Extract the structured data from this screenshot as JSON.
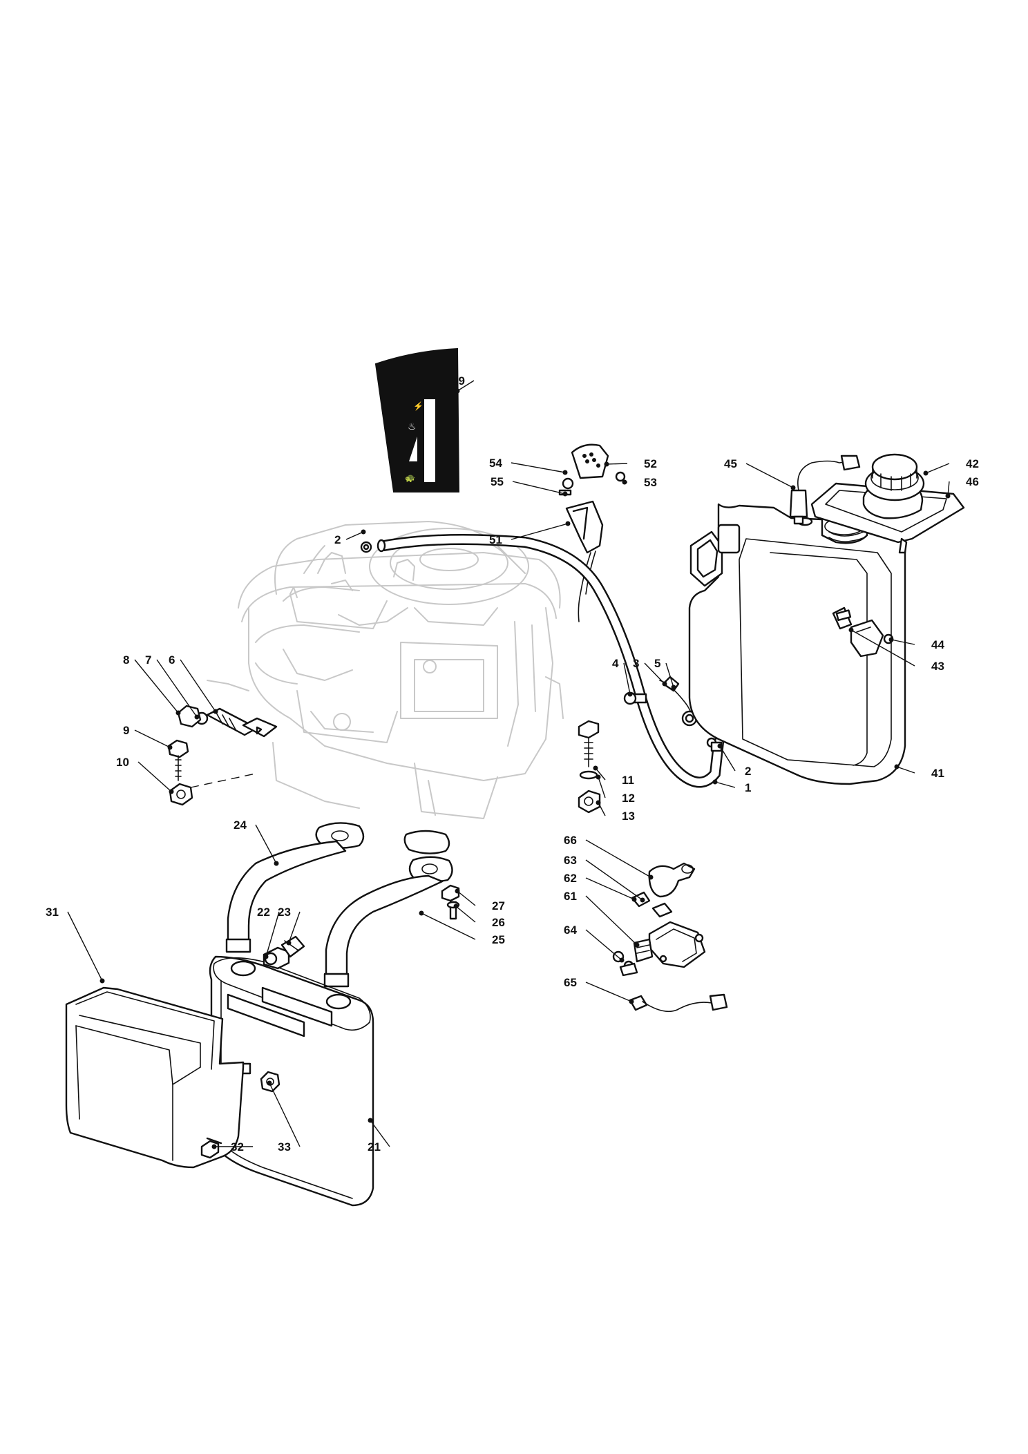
{
  "callouts": [
    "1",
    "2",
    "3",
    "4",
    "5",
    "6",
    "7",
    "8",
    "9",
    "10",
    "11",
    "12",
    "13",
    "21",
    "22",
    "23",
    "24",
    "25",
    "26",
    "27",
    "31",
    "32",
    "33",
    "41",
    "42",
    "43",
    "44",
    "45",
    "46",
    "51",
    "52",
    "53",
    "54",
    "55",
    "59",
    "61",
    "62",
    "63",
    "64",
    "65",
    "66"
  ]
}
